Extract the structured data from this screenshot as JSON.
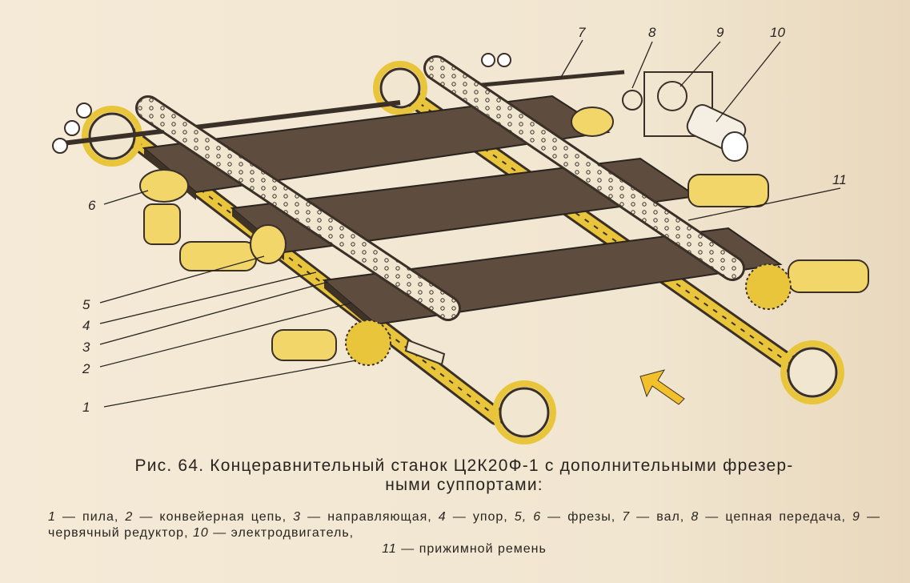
{
  "labels": [
    {
      "id": "1",
      "text": "1"
    },
    {
      "id": "2",
      "text": "2"
    },
    {
      "id": "3",
      "text": "3"
    },
    {
      "id": "4",
      "text": "4"
    },
    {
      "id": "5",
      "text": "5"
    },
    {
      "id": "6",
      "text": "6"
    },
    {
      "id": "7",
      "text": "7"
    },
    {
      "id": "8",
      "text": "8"
    },
    {
      "id": "9",
      "text": "9"
    },
    {
      "id": "10",
      "text": "10"
    },
    {
      "id": "11",
      "text": "11"
    }
  ],
  "caption": {
    "title_line1": "Рис. 64. Концеравнительный станок Ц2К20Ф-1 с дополнительными фрезер-",
    "title_line2": "ными суппортами:",
    "legend": [
      {
        "num": "1",
        "text": " — пила, "
      },
      {
        "num": "2",
        "text": " — конвейерная цепь, "
      },
      {
        "num": "3",
        "text": " — направляющая, "
      },
      {
        "num": "4",
        "text": " — упор, "
      },
      {
        "num": "5, 6",
        "text": " — фрезы, "
      },
      {
        "num": "7",
        "text": " — вал, "
      },
      {
        "num": "8",
        "text": " — цепная передача, "
      },
      {
        "num": "9",
        "text": " — червячный редуктор, "
      },
      {
        "num": "10",
        "text": " — электродвигатель, "
      },
      {
        "num": "11",
        "text": " — прижимной ремень"
      }
    ]
  },
  "colors": {
    "chain_yellow": "#e8c53a",
    "wood_dark": "#5e4d3e",
    "motor_yellow": "#f2d66a",
    "ink": "#2a2420"
  }
}
